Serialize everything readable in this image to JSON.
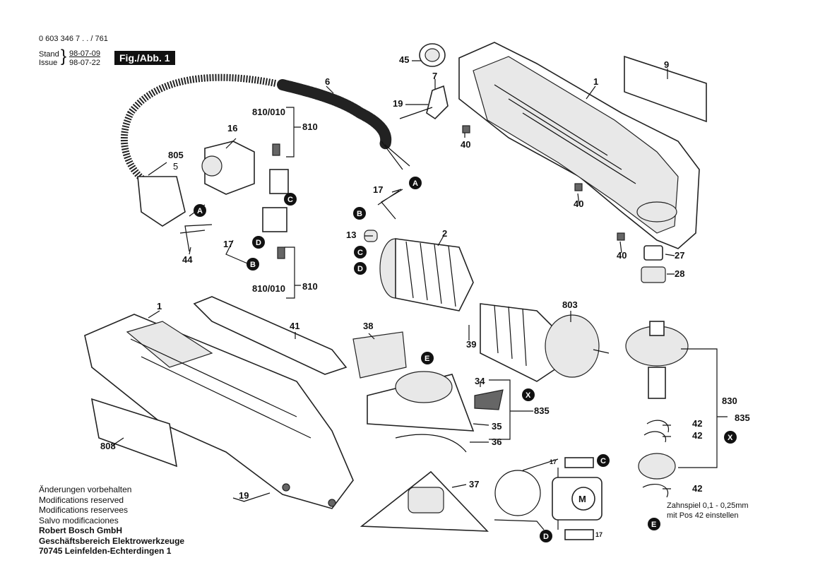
{
  "header": {
    "part_number": "0 603 346 7 . . / 761",
    "stand_label": "Stand",
    "issue_label": "Issue",
    "stand_date": "98-07-09",
    "issue_date": "98-07-22",
    "figure_label": "Fig./Abb. 1"
  },
  "notes": {
    "lines": [
      "Änderungen vorbehalten",
      "Modifications reserved",
      "Modifications reservees",
      "Salvo modificaciones"
    ],
    "company": [
      "Robert Bosch GmbH",
      "Geschäftsbereich Elektrowerkzeuge",
      "70745 Leinfelden-Echterdingen 1"
    ]
  },
  "annotation": {
    "line1": "Zahnspiel 0,1 - 0,25mm",
    "line2": "mit Pos 42 einstellen"
  },
  "part_labels": [
    {
      "key": "p45",
      "text": "45"
    },
    {
      "key": "p7",
      "text": "7"
    },
    {
      "key": "p19a",
      "text": "19"
    },
    {
      "key": "p40a",
      "text": "40"
    },
    {
      "key": "p1a",
      "text": "1"
    },
    {
      "key": "p9",
      "text": "9"
    },
    {
      "key": "p6",
      "text": "6"
    },
    {
      "key": "p810010a",
      "text": "810/010"
    },
    {
      "key": "p810a",
      "text": "810"
    },
    {
      "key": "p16",
      "text": "16"
    },
    {
      "key": "p805",
      "text": "805"
    },
    {
      "key": "p5",
      "text": "5"
    },
    {
      "key": "p17a",
      "text": "17"
    },
    {
      "key": "p44",
      "text": "44"
    },
    {
      "key": "p17b",
      "text": "17"
    },
    {
      "key": "p810010b",
      "text": "810/010"
    },
    {
      "key": "p810b",
      "text": "810"
    },
    {
      "key": "p13",
      "text": "13"
    },
    {
      "key": "p2",
      "text": "2"
    },
    {
      "key": "p40b",
      "text": "40"
    },
    {
      "key": "p40c",
      "text": "40"
    },
    {
      "key": "p27",
      "text": "27"
    },
    {
      "key": "p28",
      "text": "28"
    },
    {
      "key": "p803",
      "text": "803"
    },
    {
      "key": "p39",
      "text": "39"
    },
    {
      "key": "p1b",
      "text": "1"
    },
    {
      "key": "p41",
      "text": "41"
    },
    {
      "key": "p38",
      "text": "38"
    },
    {
      "key": "p34",
      "text": "34"
    },
    {
      "key": "p835a",
      "text": "835"
    },
    {
      "key": "p35",
      "text": "35"
    },
    {
      "key": "p36",
      "text": "36"
    },
    {
      "key": "p808",
      "text": "808"
    },
    {
      "key": "p37",
      "text": "37"
    },
    {
      "key": "p19b",
      "text": "19"
    },
    {
      "key": "p830",
      "text": "830"
    },
    {
      "key": "p835b",
      "text": "835"
    },
    {
      "key": "p42a",
      "text": "42"
    },
    {
      "key": "p42b",
      "text": "42"
    },
    {
      "key": "p42c",
      "text": "42"
    },
    {
      "key": "p17c",
      "text": "17"
    },
    {
      "key": "p17d",
      "text": "17"
    }
  ],
  "reference_markers": [
    {
      "key": "A1",
      "text": "A"
    },
    {
      "key": "A2",
      "text": "A"
    },
    {
      "key": "B1",
      "text": "B"
    },
    {
      "key": "B2",
      "text": "B"
    },
    {
      "key": "C1",
      "text": "C"
    },
    {
      "key": "C2",
      "text": "C"
    },
    {
      "key": "C3",
      "text": "C"
    },
    {
      "key": "D1",
      "text": "D"
    },
    {
      "key": "D2",
      "text": "D"
    },
    {
      "key": "D3",
      "text": "D"
    },
    {
      "key": "E1",
      "text": "E"
    },
    {
      "key": "E2",
      "text": "E"
    },
    {
      "key": "X1",
      "text": "X"
    },
    {
      "key": "X2",
      "text": "X"
    },
    {
      "key": "M",
      "text": "M"
    }
  ]
}
